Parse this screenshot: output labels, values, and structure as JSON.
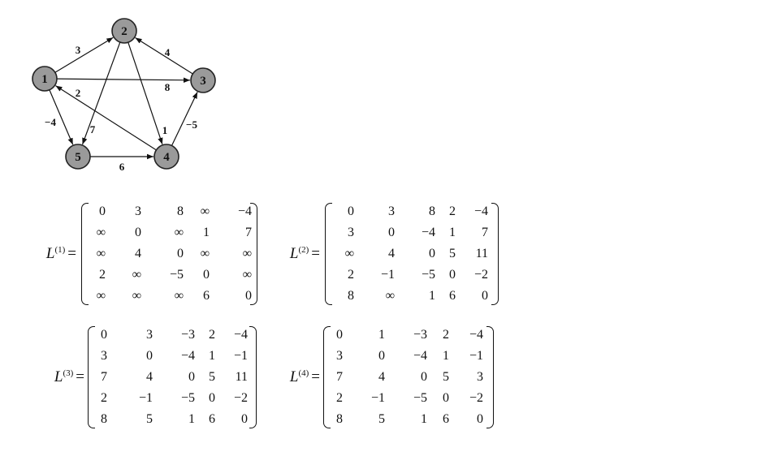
{
  "graph": {
    "nodes": [
      {
        "id": "1",
        "label": "1"
      },
      {
        "id": "2",
        "label": "2"
      },
      {
        "id": "3",
        "label": "3"
      },
      {
        "id": "4",
        "label": "4"
      },
      {
        "id": "5",
        "label": "5"
      }
    ],
    "edges": [
      {
        "from": "1",
        "to": "2",
        "weight": "3"
      },
      {
        "from": "1",
        "to": "3",
        "weight": "8"
      },
      {
        "from": "1",
        "to": "5",
        "weight": "-4"
      },
      {
        "from": "2",
        "to": "4",
        "weight": "1"
      },
      {
        "from": "2",
        "to": "5",
        "weight": "7"
      },
      {
        "from": "3",
        "to": "2",
        "weight": "4"
      },
      {
        "from": "4",
        "to": "1",
        "weight": "2"
      },
      {
        "from": "4",
        "to": "3",
        "weight": "-5"
      },
      {
        "from": "5",
        "to": "4",
        "weight": "6"
      }
    ]
  },
  "matrices": [
    {
      "symbol": "L",
      "superscript": "(1)",
      "equals": "=",
      "rows": [
        [
          "0",
          "3",
          "8",
          "∞",
          "−4"
        ],
        [
          "∞",
          "0",
          "∞",
          "1",
          "7"
        ],
        [
          "∞",
          "4",
          "0",
          "∞",
          "∞"
        ],
        [
          "2",
          "∞",
          "−5",
          "0",
          "∞"
        ],
        [
          "∞",
          "∞",
          "∞",
          "6",
          "0"
        ]
      ]
    },
    {
      "symbol": "L",
      "superscript": "(2)",
      "equals": "=",
      "rows": [
        [
          "0",
          "3",
          "8",
          "2",
          "−4"
        ],
        [
          "3",
          "0",
          "−4",
          "1",
          "7"
        ],
        [
          "∞",
          "4",
          "0",
          "5",
          "11"
        ],
        [
          "2",
          "−1",
          "−5",
          "0",
          "−2"
        ],
        [
          "8",
          "∞",
          "1",
          "6",
          "0"
        ]
      ]
    },
    {
      "symbol": "L",
      "superscript": "(3)",
      "equals": "=",
      "rows": [
        [
          "0",
          "3",
          "−3",
          "2",
          "−4"
        ],
        [
          "3",
          "0",
          "−4",
          "1",
          "−1"
        ],
        [
          "7",
          "4",
          "0",
          "5",
          "11"
        ],
        [
          "2",
          "−1",
          "−5",
          "0",
          "−2"
        ],
        [
          "8",
          "5",
          "1",
          "6",
          "0"
        ]
      ]
    },
    {
      "symbol": "L",
      "superscript": "(4)",
      "equals": "=",
      "rows": [
        [
          "0",
          "1",
          "−3",
          "2",
          "−4"
        ],
        [
          "3",
          "0",
          "−4",
          "1",
          "−1"
        ],
        [
          "7",
          "4",
          "0",
          "5",
          "3"
        ],
        [
          "2",
          "−1",
          "−5",
          "0",
          "−2"
        ],
        [
          "8",
          "5",
          "1",
          "6",
          "0"
        ]
      ]
    }
  ]
}
